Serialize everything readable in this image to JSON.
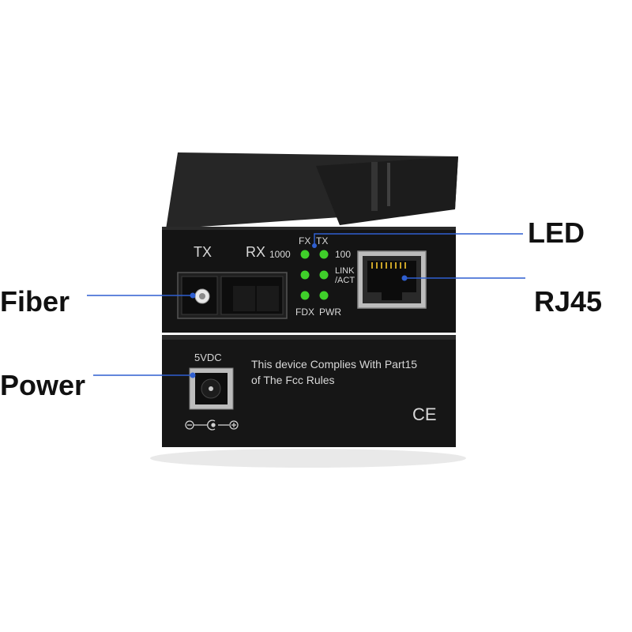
{
  "callouts": {
    "led": "LED",
    "rj45": "RJ45",
    "fiber": "Fiber",
    "power": "Power"
  },
  "front_panel": {
    "tx": "TX",
    "rx": "RX",
    "led_labels": {
      "fx": "FX",
      "tx": "TX",
      "speed_1000": "1000",
      "speed_100": "100",
      "link_line1": "LINK",
      "link_line2": "/ACT",
      "fdx": "FDX",
      "pwr": "PWR"
    }
  },
  "rear_panel": {
    "voltage": "5VDC",
    "compliance_line1": "This device Complies With Part15",
    "compliance_line2": "of The Fcc Rules",
    "ce_mark": "CE"
  },
  "colors": {
    "device_body": "#1a1a1a",
    "panel_text": "#d8d8d8",
    "led_green": "#3fcf2a",
    "callout_line": "#2f5fd0",
    "label_text": "#111111"
  }
}
